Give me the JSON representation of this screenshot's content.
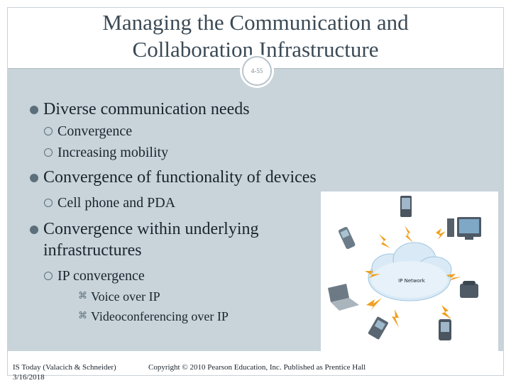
{
  "title": {
    "line1": "Managing the Communication and",
    "line2": "Collaboration Infrastructure"
  },
  "slide_number": "4-55",
  "bullets": [
    {
      "level": 1,
      "text": "Diverse communication needs"
    },
    {
      "level": 2,
      "text": "Convergence"
    },
    {
      "level": 2,
      "text": "Increasing mobility"
    },
    {
      "level": 1,
      "text": "Convergence of functionality of devices"
    },
    {
      "level": 2,
      "text": "Cell phone and PDA"
    },
    {
      "level": 1,
      "text": "Convergence within underlying"
    },
    {
      "level": 1,
      "text": "infrastructures"
    },
    {
      "level": 2,
      "text": "IP convergence"
    },
    {
      "level": 3,
      "text": "Voice over IP"
    },
    {
      "level": 3,
      "text": "Videoconferencing over IP"
    }
  ],
  "figure": {
    "cloud_label": "IP Network",
    "icons": [
      "pda-icon",
      "cell-phone-icon",
      "desktop-computer-icon",
      "telephone-icon",
      "laptop-icon",
      "handheld-icon",
      "satellite-icon",
      "lightning-icon"
    ]
  },
  "footer": {
    "source": "IS Today (Valacich & Schneider)",
    "date": "3/16/2018",
    "copyright": "Copyright © 2010 Pearson Education, Inc. Published as Prentice Hall"
  },
  "colors": {
    "body_bg": "#c8d3da",
    "title_text": "#3b4a56",
    "bullet_marker": "#5c6f7b",
    "lightning": "#f0a020",
    "cloud": "#d9eaf6"
  }
}
